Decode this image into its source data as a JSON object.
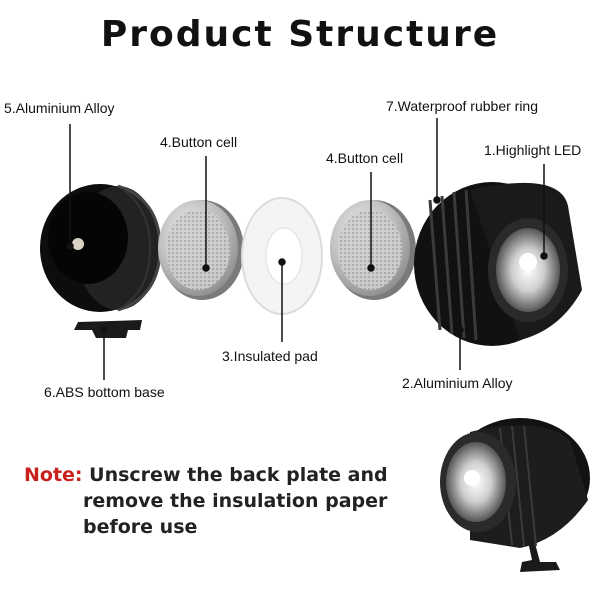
{
  "title": "Product Structure",
  "labels": {
    "aluminium_alloy_5": "5.Aluminium Alloy",
    "button_cell_4a": "4.Button cell",
    "button_cell_4b": "4.Button cell",
    "waterproof_ring_7": "7.Waterproof rubber ring",
    "highlight_led_1": "1.Highlight LED",
    "insulated_pad_3": "3.Insulated pad",
    "abs_base_6": "6.ABS bottom base",
    "aluminium_alloy_2": "2.Aluminium Alloy"
  },
  "note": {
    "key": "Note:",
    "line1": "Unscrew the back plate and",
    "line2": "remove the insulation paper",
    "line3": "before use"
  },
  "colors": {
    "note_key": "#c8201a",
    "metal_black": "#151515",
    "silver": "#c9c9c9"
  }
}
